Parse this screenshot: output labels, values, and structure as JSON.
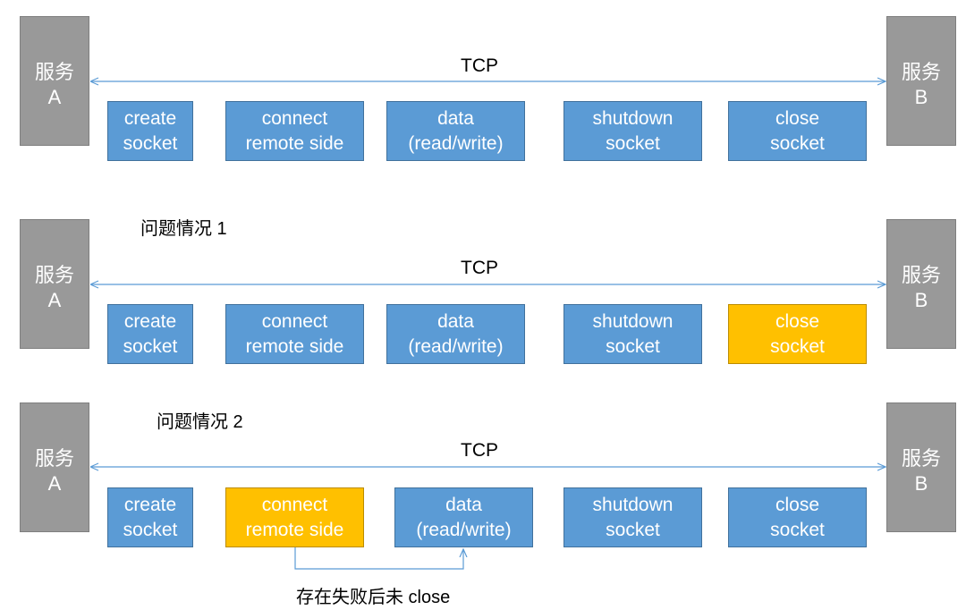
{
  "service_a": {
    "line1": "服务",
    "line2": "A"
  },
  "service_b": {
    "line1": "服务",
    "line2": "B"
  },
  "tcp_label": "TCP",
  "colors": {
    "service": "#999999",
    "step": "#5b9bd5",
    "highlight": "#ffc000",
    "arrow": "#5b9bd5"
  },
  "rows": [
    {
      "caption": "",
      "steps": [
        {
          "line1": "create",
          "line2": "socket",
          "highlight": false
        },
        {
          "line1": "connect",
          "line2": "remote side",
          "highlight": false
        },
        {
          "line1": "data",
          "line2": "(read/write)",
          "highlight": false
        },
        {
          "line1": "shutdown",
          "line2": "socket",
          "highlight": false
        },
        {
          "line1": "close",
          "line2": "socket",
          "highlight": false
        }
      ]
    },
    {
      "caption": "问题情况 1",
      "steps": [
        {
          "line1": "create",
          "line2": "socket",
          "highlight": false
        },
        {
          "line1": "connect",
          "line2": "remote side",
          "highlight": false
        },
        {
          "line1": "data",
          "line2": "(read/write)",
          "highlight": false
        },
        {
          "line1": "shutdown",
          "line2": "socket",
          "highlight": false
        },
        {
          "line1": "close",
          "line2": "socket",
          "highlight": true
        }
      ]
    },
    {
      "caption": "问题情况 2",
      "steps": [
        {
          "line1": "create",
          "line2": "socket",
          "highlight": false
        },
        {
          "line1": "connect",
          "line2": "remote side",
          "highlight": true
        },
        {
          "line1": "data",
          "line2": "(read/write)",
          "highlight": false
        },
        {
          "line1": "shutdown",
          "line2": "socket",
          "highlight": false
        },
        {
          "line1": "close",
          "line2": "socket",
          "highlight": false
        }
      ],
      "note": "存在失败后未 close"
    }
  ]
}
